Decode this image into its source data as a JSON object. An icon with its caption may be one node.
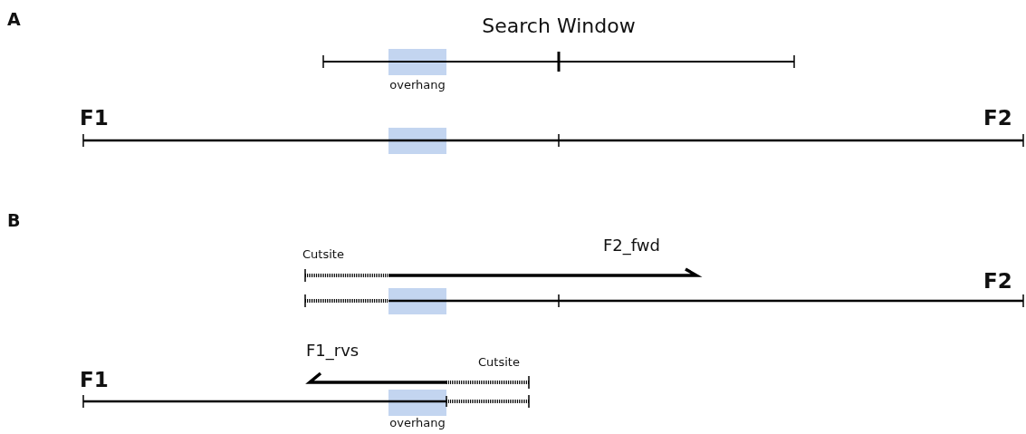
{
  "diagram": {
    "title": "Search Window",
    "labels": [
      "A",
      "overhang",
      "F1",
      "F2",
      "B",
      "F2_fwd",
      "Cutsite",
      "F2",
      "F1_rvs",
      "Cutsite",
      "F1",
      "overhang"
    ]
  }
}
